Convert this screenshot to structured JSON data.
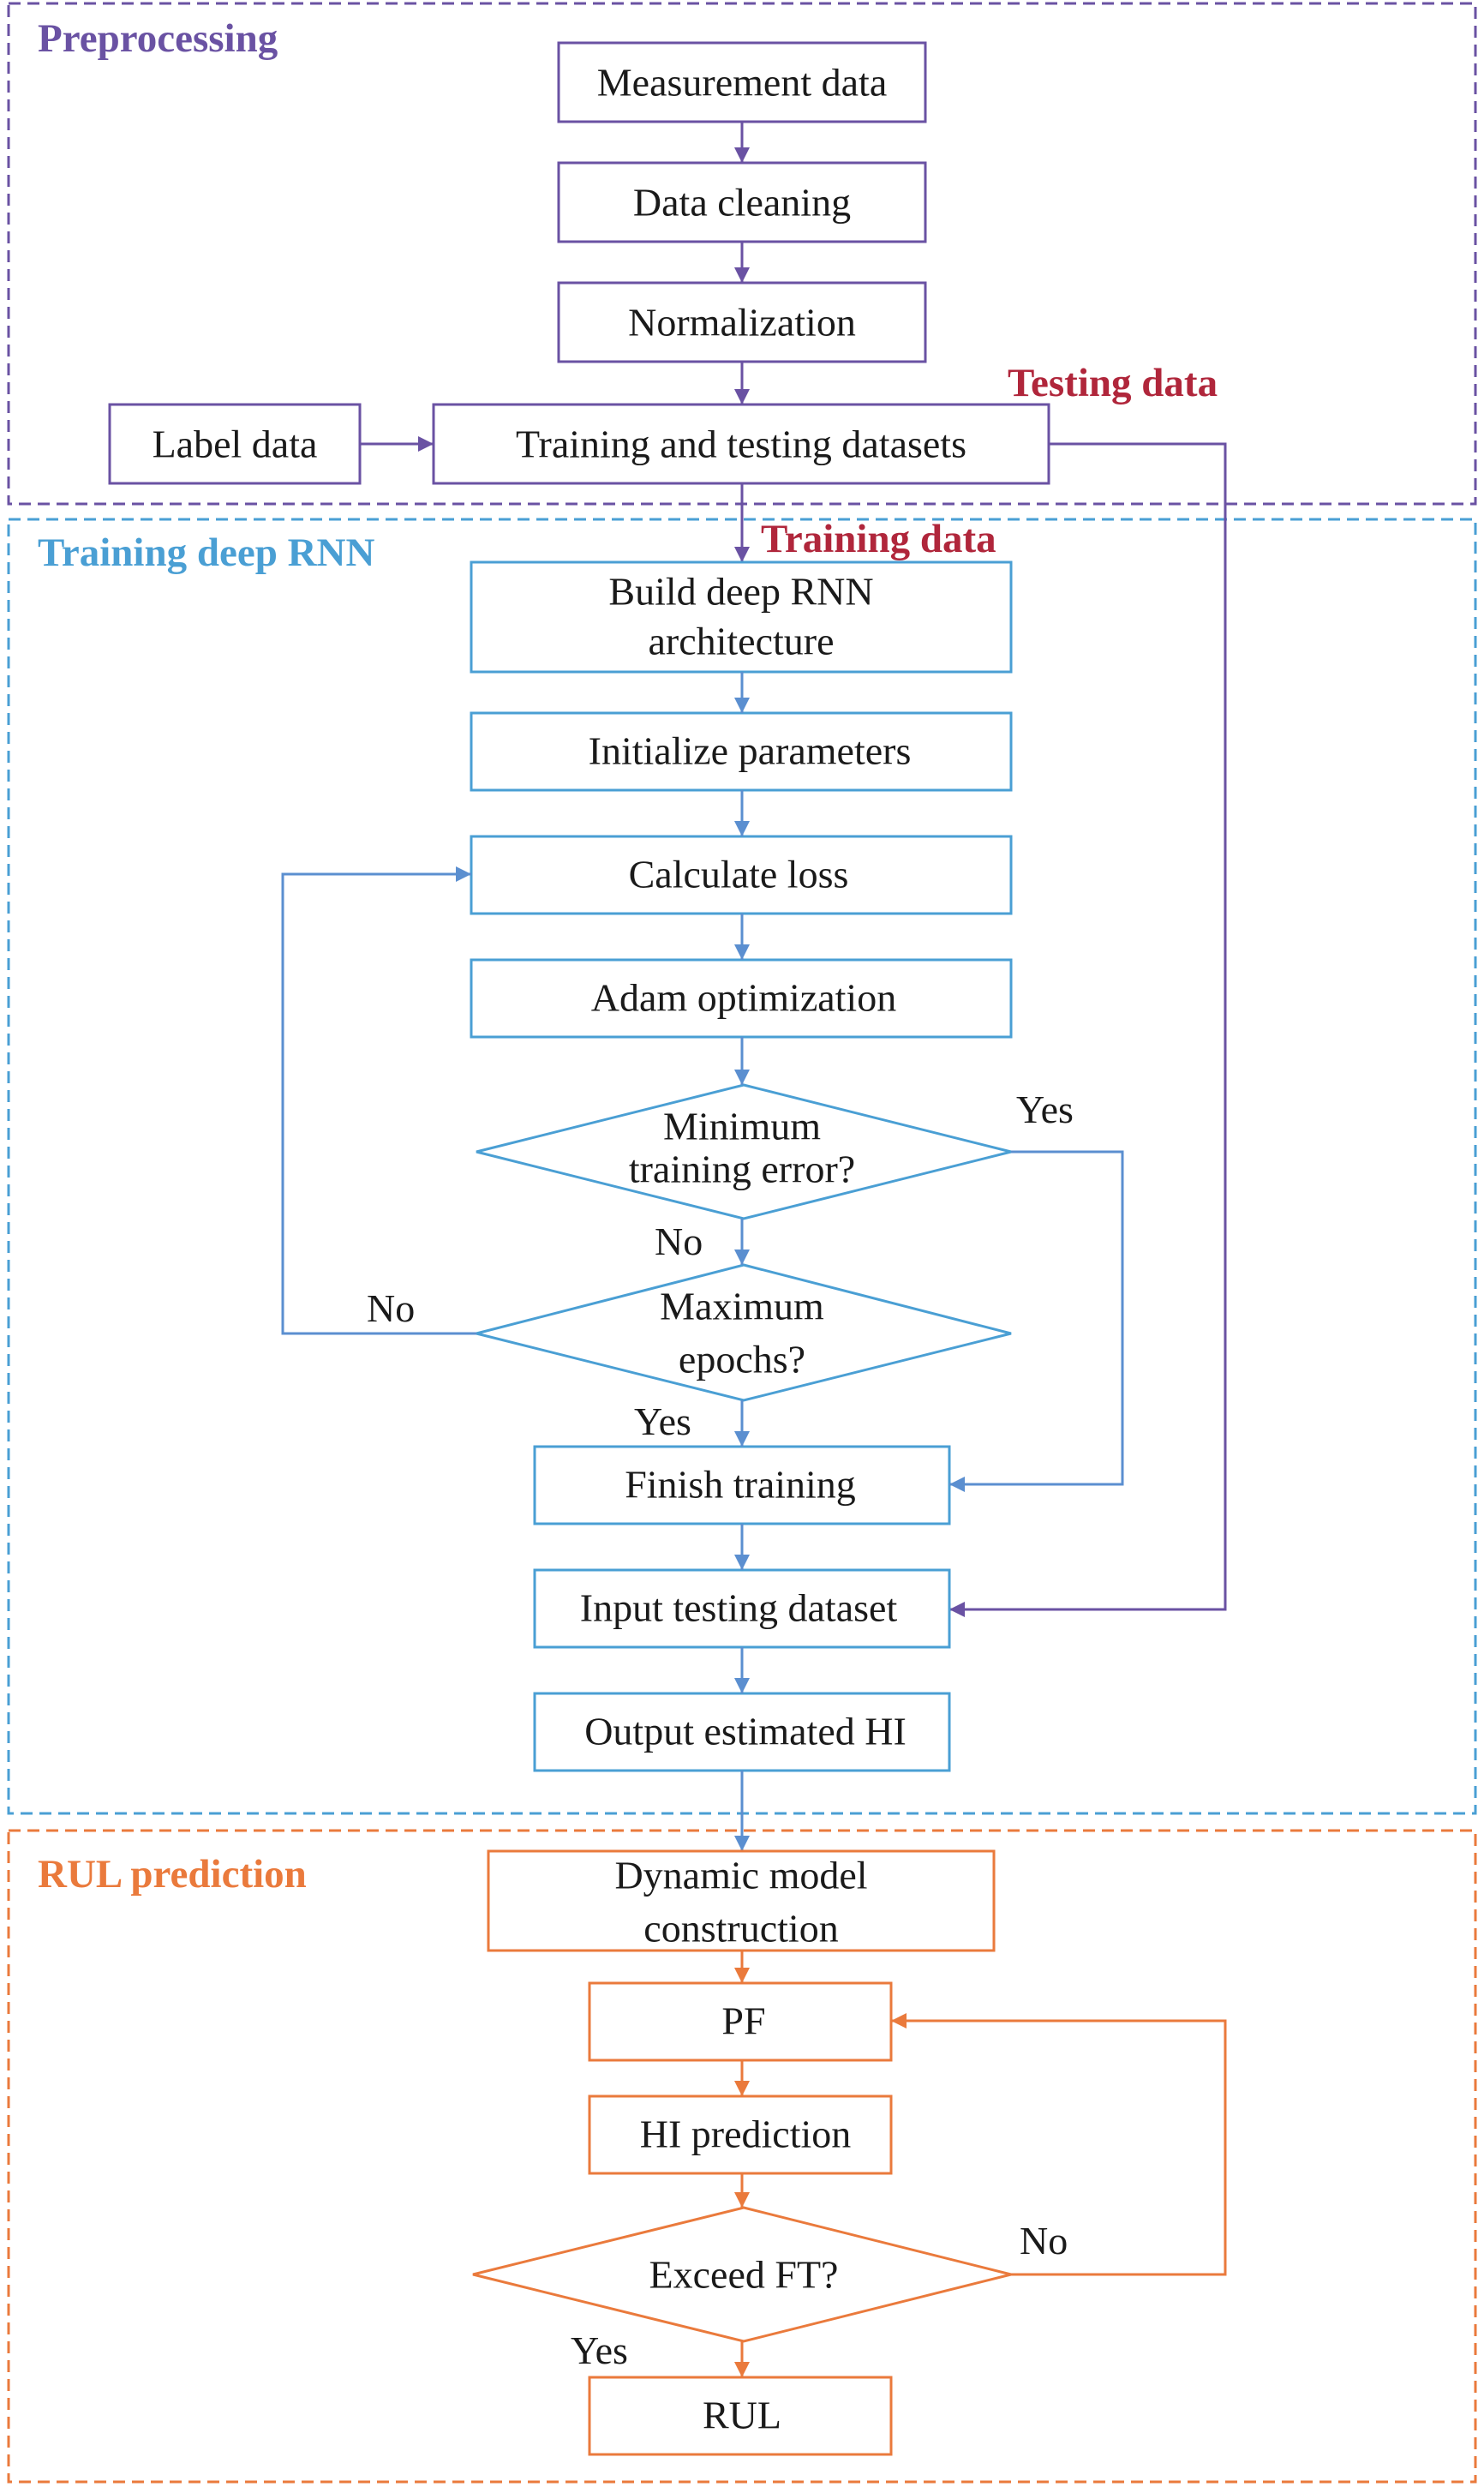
{
  "colors": {
    "preprocessing": "#6a52a3",
    "training": "#4a9fd4",
    "training_arrow": "#5b8fd0",
    "rul": "#ea7a3c",
    "data_label": "#b0263b",
    "text": "#1a1a1a"
  },
  "sections": {
    "preprocessing": "Preprocessing",
    "training": "Training deep RNN",
    "rul": "RUL prediction"
  },
  "labels": {
    "testing_data": "Testing data",
    "training_data": "Training data"
  },
  "nodes": {
    "measurement": "Measurement data",
    "cleaning": "Data cleaning",
    "normalization": "Normalization",
    "label_data": "Label data",
    "datasets": "Training and testing datasets",
    "build_1": "Build deep RNN",
    "build_2": "architecture",
    "init": "Initialize parameters",
    "loss": "Calculate loss",
    "adam": "Adam optimization",
    "min_err_1": "Minimum",
    "min_err_2": "training error?",
    "max_ep_1": "Maximum",
    "max_ep_2": "epochs?",
    "finish": "Finish training",
    "input_test": "Input testing dataset",
    "output_hi": "Output estimated HI",
    "dyn_1": "Dynamic model",
    "dyn_2": "construction",
    "pf": "PF",
    "hi_pred": "HI prediction",
    "exceed": "Exceed FT?",
    "rul": "RUL"
  },
  "flow_labels": {
    "yes_min": "Yes",
    "no_min": "No",
    "no_max": "No",
    "yes_max": "Yes",
    "no_exceed": "No",
    "yes_exceed": "Yes"
  }
}
